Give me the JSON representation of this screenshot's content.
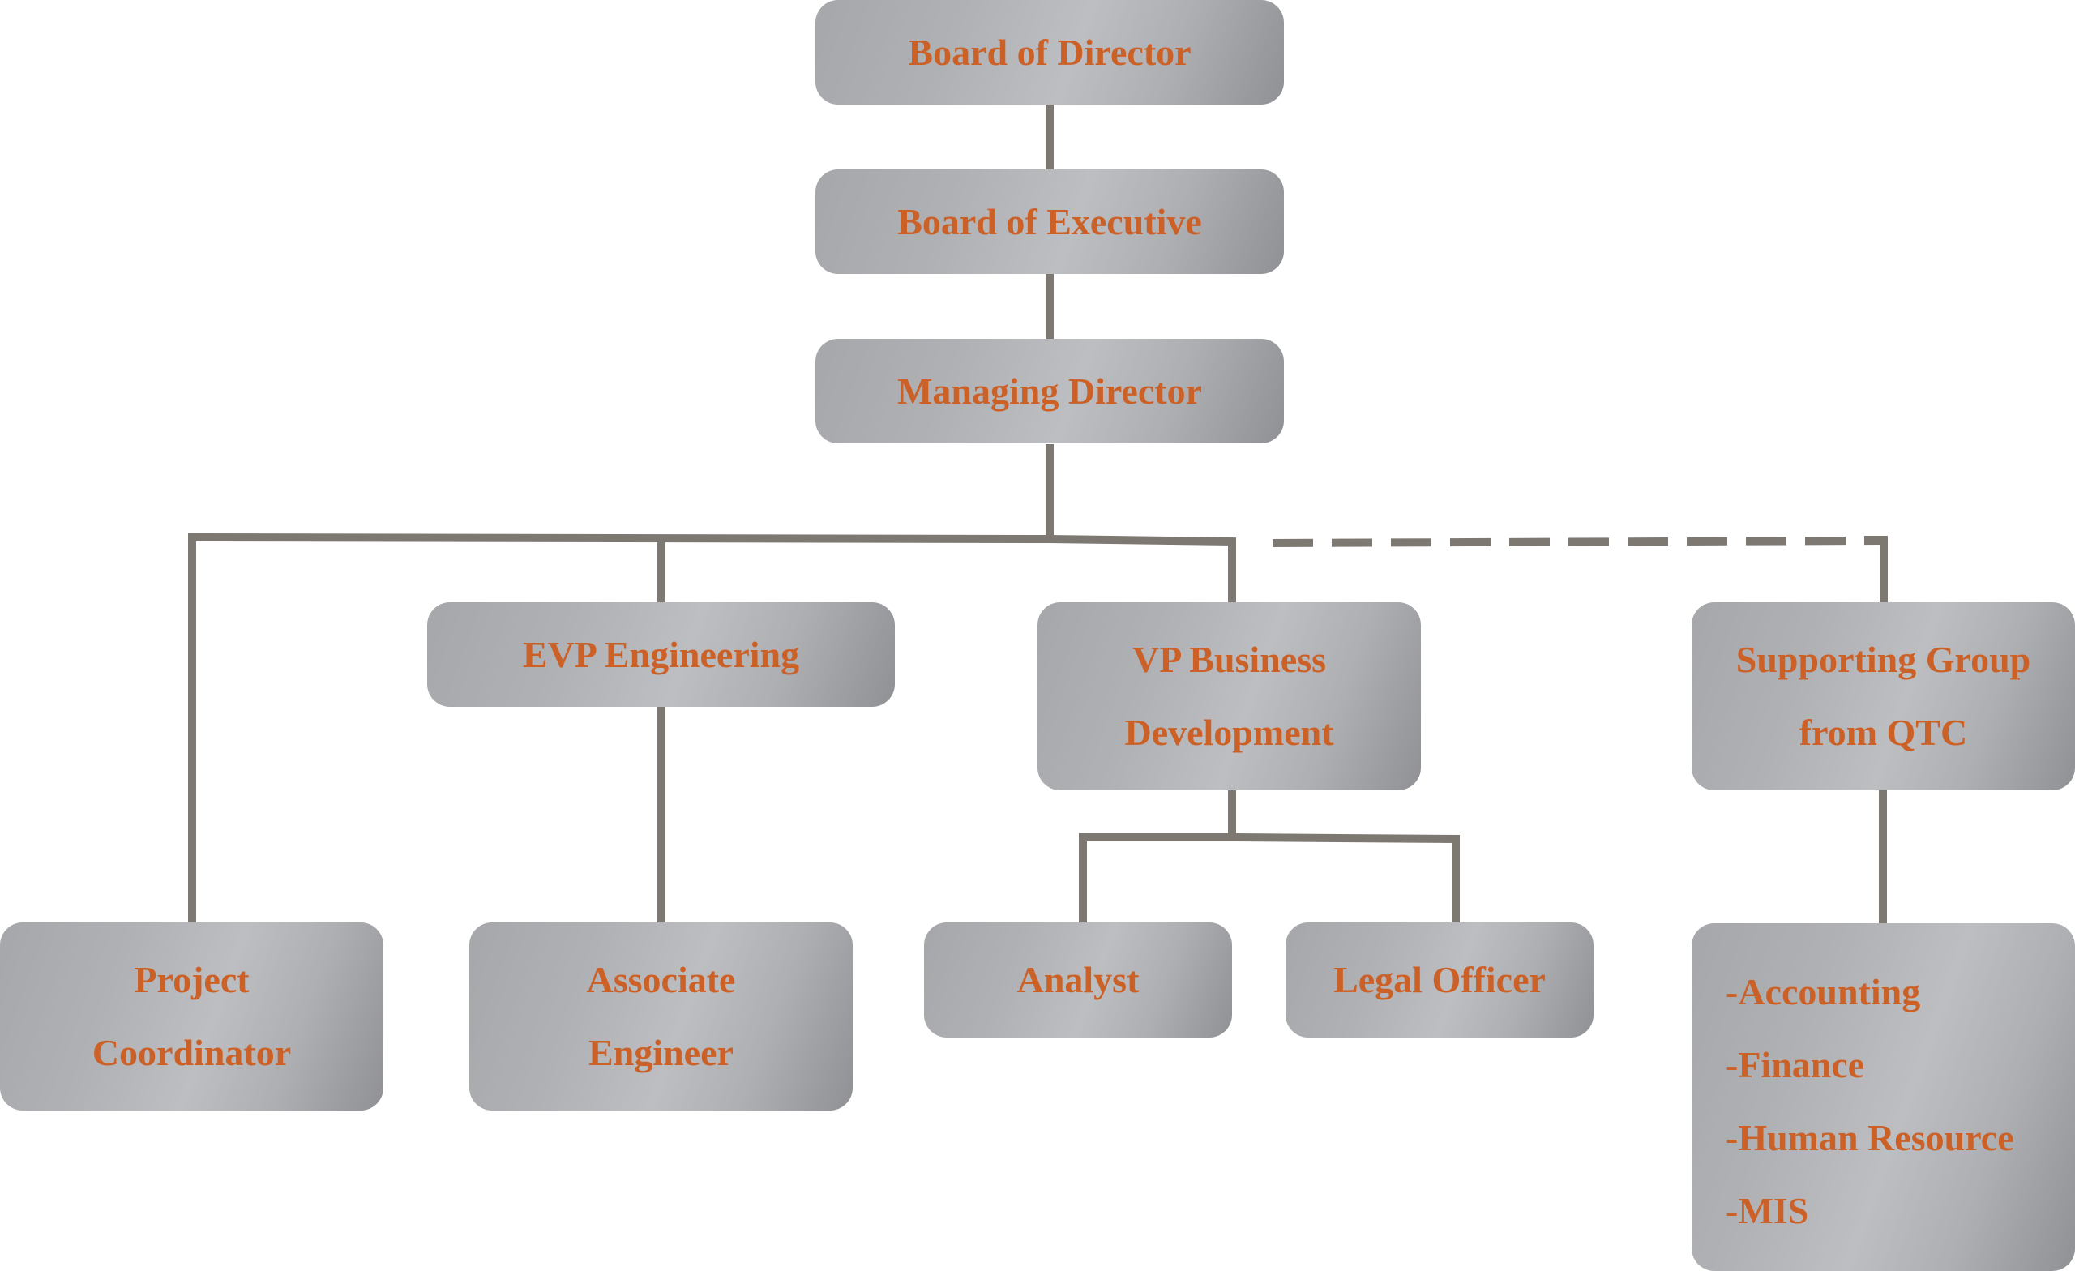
{
  "diagram": {
    "type": "org-chart",
    "colors": {
      "box_text": "#cc6128",
      "connector": "#7d7872",
      "box_fill": "#b3b4b7"
    },
    "nodes": [
      {
        "id": "board-of-director",
        "lines": [
          "Board of Director"
        ]
      },
      {
        "id": "board-of-executive",
        "lines": [
          "Board of Executive"
        ]
      },
      {
        "id": "managing-director",
        "lines": [
          "Managing Director"
        ]
      },
      {
        "id": "evp-engineering",
        "lines": [
          "EVP Engineering"
        ]
      },
      {
        "id": "vp-business-development",
        "lines": [
          "VP Business",
          "Development"
        ]
      },
      {
        "id": "supporting-group",
        "lines": [
          "Supporting Group",
          "from QTC"
        ]
      },
      {
        "id": "project-coordinator",
        "lines": [
          "Project",
          "Coordinator"
        ]
      },
      {
        "id": "associate-engineer",
        "lines": [
          "Associate",
          "Engineer"
        ]
      },
      {
        "id": "analyst",
        "lines": [
          "Analyst"
        ]
      },
      {
        "id": "legal-officer",
        "lines": [
          "Legal Officer"
        ]
      },
      {
        "id": "support-functions",
        "lines": [
          "-Accounting",
          "-Finance",
          "-Human Resource",
          "-MIS"
        ]
      }
    ],
    "edges": [
      {
        "from": "board-of-director",
        "to": "board-of-executive",
        "style": "solid"
      },
      {
        "from": "board-of-executive",
        "to": "managing-director",
        "style": "solid"
      },
      {
        "from": "managing-director",
        "to": "project-coordinator",
        "style": "solid"
      },
      {
        "from": "managing-director",
        "to": "evp-engineering",
        "style": "solid"
      },
      {
        "from": "managing-director",
        "to": "vp-business-development",
        "style": "solid"
      },
      {
        "from": "managing-director",
        "to": "supporting-group",
        "style": "dashed"
      },
      {
        "from": "evp-engineering",
        "to": "associate-engineer",
        "style": "solid"
      },
      {
        "from": "vp-business-development",
        "to": "analyst",
        "style": "solid"
      },
      {
        "from": "vp-business-development",
        "to": "legal-officer",
        "style": "solid"
      },
      {
        "from": "supporting-group",
        "to": "support-functions",
        "style": "solid"
      }
    ]
  }
}
